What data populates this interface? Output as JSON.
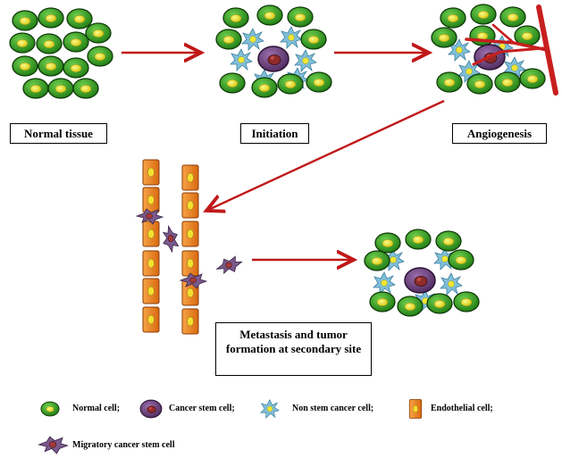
{
  "stages": {
    "normal_tissue": "Normal tissue",
    "initiation": "Initiation",
    "angiogenesis": "Angiogenesis",
    "metastasis": "Metastasis and tumor formation at secondary site"
  },
  "legend": {
    "normal_cell": "Normal cell;",
    "cancer_stem_cell": "Cancer stem cell;",
    "non_stem_cancer_cell": "Non stem cancer cell;",
    "endothelial_cell": "Endothelial cell;",
    "migratory_cancer_stem_cell": "Migratory cancer stem cell"
  },
  "colors": {
    "normal_cell": "#2e9a1e",
    "normal_cell_nucleus": "#e4e41a",
    "cancer_stem_cell": "#6a3f78",
    "cancer_stem_nucleus": "#8a2a2a",
    "non_stem_cancer_cell": "#79b9d4",
    "endothelial_cell": "#ee8420",
    "migratory_cancer_stem_cell": "#7a5a8c",
    "arrow": "#c01818",
    "blood_vessel": "#c81e1e"
  }
}
